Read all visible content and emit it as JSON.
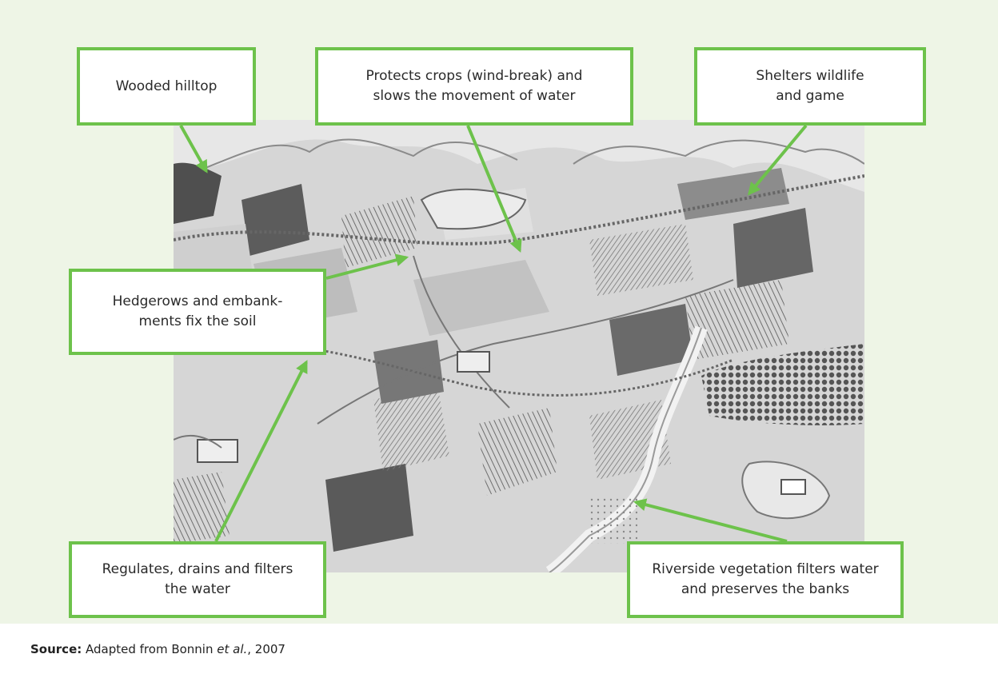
{
  "callouts": {
    "wooded_hilltop": "Wooded hilltop",
    "protects_crops_1": "Protects crops (wind-break) and",
    "protects_crops_2": "slows the movement of water",
    "shelters_1": "Shelters wildlife",
    "shelters_2": "and game",
    "hedgerows_1": "Hedgerows and embank-",
    "hedgerows_2": "ments fix the soil",
    "regulates_1": "Regulates, drains and filters",
    "regulates_2": "the water",
    "riverside_1": "Riverside vegetation filters water",
    "riverside_2": "and preserves the banks"
  },
  "source": {
    "label": "Source:",
    "text_before": " Adapted from Bonnin ",
    "italic": "et al.",
    "text_after": ", 2007"
  },
  "colors": {
    "panel_background": "#eef5e6",
    "callout_border": "#6dc24b",
    "arrow": "#6dc24b"
  }
}
